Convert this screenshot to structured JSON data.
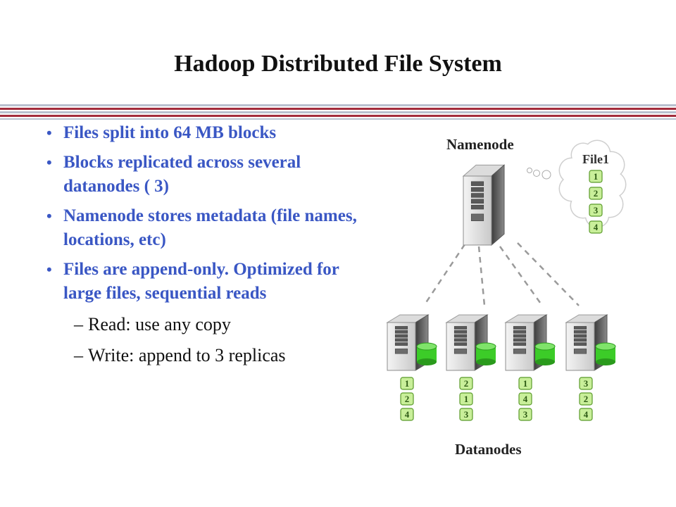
{
  "slide": {
    "title": "Hadoop Distributed File System",
    "bullets": [
      "Files split into 64 MB blocks",
      "Blocks replicated across several datanodes ( 3)",
      "Namenode stores metadata (file names, locations, etc)",
      "Files are append-only. Optimized  for large files, sequential reads"
    ],
    "sub_bullets": [
      {
        "dash": "–",
        "text": "Read: use any copy"
      },
      {
        "dash": "–",
        "text": "Write: append to 3 replicas"
      }
    ]
  },
  "diagram": {
    "namenode_label": "Namenode",
    "datanodes_label": "Datanodes",
    "file_label": "File1",
    "file_blocks": [
      "1",
      "2",
      "3",
      "4"
    ],
    "datanode_blocks": [
      [
        "1",
        "2",
        "4"
      ],
      [
        "2",
        "1",
        "3"
      ],
      [
        "1",
        "4",
        "3"
      ],
      [
        "3",
        "2",
        "4"
      ]
    ],
    "colors": {
      "bullet_text": "#3a57c4",
      "block_fill": "#c9ef9a",
      "block_stroke": "#5a9a2a",
      "disk": "#3ccc28",
      "rule_red": "#a32c3c"
    }
  }
}
